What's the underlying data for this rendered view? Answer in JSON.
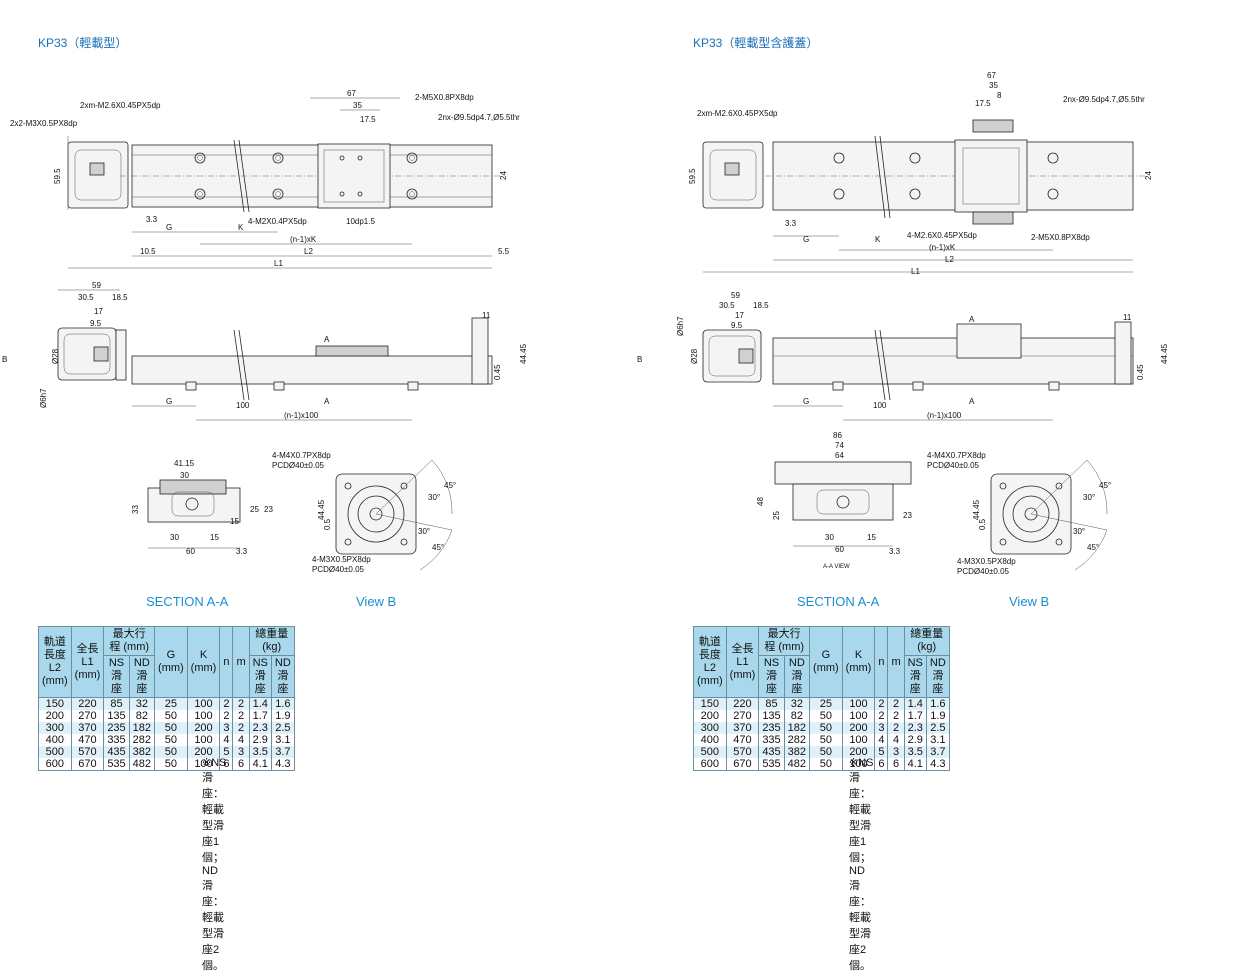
{
  "panels": [
    {
      "title": "KP33（輕載型）",
      "section_label": "SECTION A-A",
      "view_label": "View B",
      "dims": {
        "tap_m": "2xm-M2.6X0.45PX5dp",
        "tap_end": "2x2-M3X0.5PX8dp",
        "slider_tap": "2-M5X0.8PX8dp",
        "cbore": "2nx-Ø9.5dp4.7,Ø5.5thr",
        "h595": "59.5",
        "d67": "67",
        "d35": "35",
        "d175": "17.5",
        "d24": "24",
        "d33": "3.3",
        "g": "G",
        "k": "K",
        "nk": "(n-1)xK",
        "l2": "L2",
        "l1": "L1",
        "d105": "10.5",
        "d55": "5.5",
        "slider_tap2": "4-M2X0.4PX5dp",
        "dp": "10dp1.5",
        "d59": "59",
        "d305": "30.5",
        "d185": "18.5",
        "d17": "17",
        "d95": "9.5",
        "phi28": "Ø28",
        "phi6": "Ø6h7",
        "d11": "11",
        "d4445": "44.45",
        "d045": "0.45",
        "a": "A",
        "b": "B",
        "d100": "100",
        "n100": "(n-1)x100",
        "d4115": "41.15",
        "d30": "30",
        "d33b": "33",
        "d25": "25",
        "d23": "23",
        "d15": "15",
        "d60": "60",
        "d33c": "3.3",
        "d05": "0.5",
        "flange1": "4-M4X0.7PX8dp",
        "pcd1": "PCDØ40±0.05",
        "flange2": "4-M3X0.5PX8dp",
        "pcd2": "PCDØ40±0.05",
        "ang30": "30°",
        "ang45": "45°",
        "d4445b": "44.45"
      }
    },
    {
      "title": "KP33（輕載型含護蓋）",
      "section_label": "SECTION A-A",
      "view_label": "View B",
      "dims": {
        "tap_m": "2xm-M2.6X0.45PX5dp",
        "slider_tap": "2-M5X0.8PX8dp",
        "cbore": "2nx-Ø9.5dp4.7,Ø5.5thr",
        "h595": "59.5",
        "d67": "67",
        "d35": "35",
        "d8": "8",
        "d175": "17.5",
        "d24": "24",
        "d33": "3.3",
        "g": "G",
        "k": "K",
        "nk": "(n-1)xK",
        "l2": "L2",
        "l1": "L1",
        "slider_tap2": "4-M2.6X0.45PX5dp",
        "d59": "59",
        "d305": "30.5",
        "d185": "18.5",
        "d17": "17",
        "d95": "9.5",
        "phi28": "Ø28",
        "phi6": "Ø6h7",
        "d11": "11",
        "d4445": "44.45",
        "d045": "0.45",
        "a": "A",
        "b": "B",
        "d100": "100",
        "n100": "(n-1)x100",
        "d86": "86",
        "d74": "74",
        "d64": "64",
        "d48": "48",
        "d30": "30",
        "d25": "25",
        "d23": "23",
        "d15": "15",
        "d60": "60",
        "d33c": "3.3",
        "d05": "0.5",
        "aaview": "A-A VIEW",
        "flange1": "4-M4X0.7PX8dp",
        "pcd1": "PCDØ40±0.05",
        "flange2": "4-M3X0.5PX8dp",
        "pcd2": "PCDØ40±0.05",
        "ang30": "30°",
        "ang45": "45°",
        "d4445b": "44.45"
      }
    }
  ],
  "table": {
    "headers": {
      "rail_length": "軌道長度",
      "rail_length_unit": "L2 (mm)",
      "total_length": "全長",
      "total_length_unit": "L1 (mm)",
      "max_stroke": "最大行程 (mm)",
      "ns": "NS滑座",
      "nd": "ND滑座",
      "g": "G (mm)",
      "k": "K (mm)",
      "n": "n",
      "m": "m",
      "weight": "總重量 (kg)"
    },
    "rows": [
      [
        "150",
        "220",
        "85",
        "32",
        "25",
        "100",
        "2",
        "2",
        "1.4",
        "1.6"
      ],
      [
        "200",
        "270",
        "135",
        "82",
        "50",
        "100",
        "2",
        "2",
        "1.7",
        "1.9"
      ],
      [
        "300",
        "370",
        "235",
        "182",
        "50",
        "200",
        "3",
        "2",
        "2.3",
        "2.5"
      ],
      [
        "400",
        "470",
        "335",
        "282",
        "50",
        "100",
        "4",
        "4",
        "2.9",
        "3.1"
      ],
      [
        "500",
        "570",
        "435",
        "382",
        "50",
        "200",
        "5",
        "3",
        "3.5",
        "3.7"
      ],
      [
        "600",
        "670",
        "535",
        "482",
        "50",
        "100",
        "6",
        "6",
        "4.1",
        "4.3"
      ]
    ],
    "footnote": "※NS滑座：輕載型滑座1個；ND滑座：輕載型滑座2個。"
  },
  "colors": {
    "title": "#1a6fb5",
    "caption": "#1a8fd0",
    "table_header": "#a9d8ec",
    "row_alt": "#dff0f8"
  }
}
